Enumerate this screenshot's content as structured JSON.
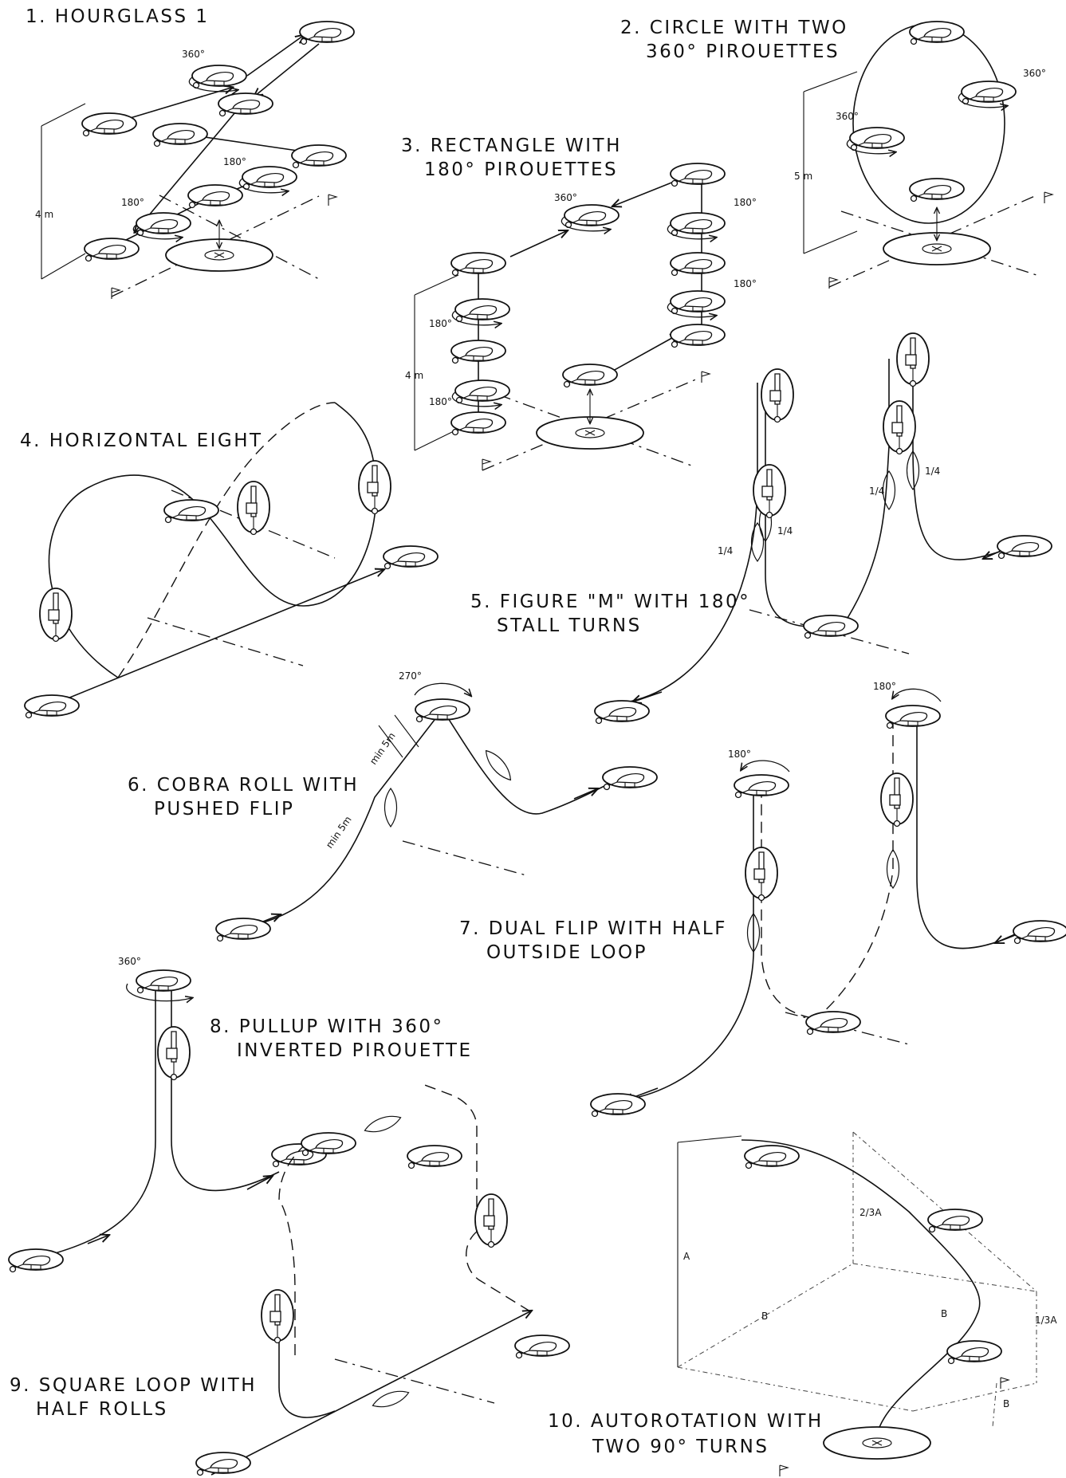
{
  "figures": [
    {
      "id": "hourglass",
      "line1": "1. HOURGLASS 1",
      "line2": "",
      "labels": {
        "a": "360°",
        "b": "180°",
        "c": "180°",
        "h": "4 m"
      }
    },
    {
      "id": "circle",
      "line1": "2. CIRCLE WITH TWO",
      "line2": "360° PIROUETTES",
      "labels": {
        "a": "360°",
        "b": "360°",
        "h": "5 m"
      }
    },
    {
      "id": "rectangle",
      "line1": "3. RECTANGLE WITH",
      "line2": "180° PIROUETTES",
      "labels": {
        "a": "360°",
        "b": "180°",
        "c": "180°",
        "d": "180°",
        "e": "180°",
        "h": "4 m"
      }
    },
    {
      "id": "eight",
      "line1": "4. HORIZONTAL EIGHT",
      "line2": ""
    },
    {
      "id": "figure-m",
      "line1": "5. FIGURE \"M\" WITH 180°",
      "line2": "STALL TURNS",
      "labels": {
        "a": "1/4",
        "b": "1/4",
        "c": "1/4",
        "d": "1/4"
      }
    },
    {
      "id": "cobra",
      "line1": "6. COBRA ROLL WITH",
      "line2": "PUSHED FLIP",
      "labels": {
        "a": "270°",
        "b": "min 5m",
        "c": "min 5m"
      }
    },
    {
      "id": "dual-flip",
      "line1": "7. DUAL FLIP WITH HALF",
      "line2": "OUTSIDE LOOP",
      "labels": {
        "a": "180°",
        "b": "180°"
      }
    },
    {
      "id": "pullup",
      "line1": "8. PULLUP WITH 360°",
      "line2": "INVERTED PIROUETTE",
      "labels": {
        "a": "360°"
      }
    },
    {
      "id": "square-loop",
      "line1": "9. SQUARE LOOP WITH",
      "line2": "HALF ROLLS"
    },
    {
      "id": "autorotation",
      "line1": "10. AUTOROTATION WITH",
      "line2": "TWO 90° TURNS",
      "labels": {
        "a": "A",
        "b": "2/3A",
        "c": "B",
        "d": "B",
        "e": "1/3A",
        "f": "B"
      }
    }
  ],
  "icons": {
    "helicopter": "helicopter-icon",
    "flag": "flag-icon",
    "helipad": "helipad-icon"
  },
  "colors": {
    "ink": "#111111",
    "background": "#ffffff"
  }
}
